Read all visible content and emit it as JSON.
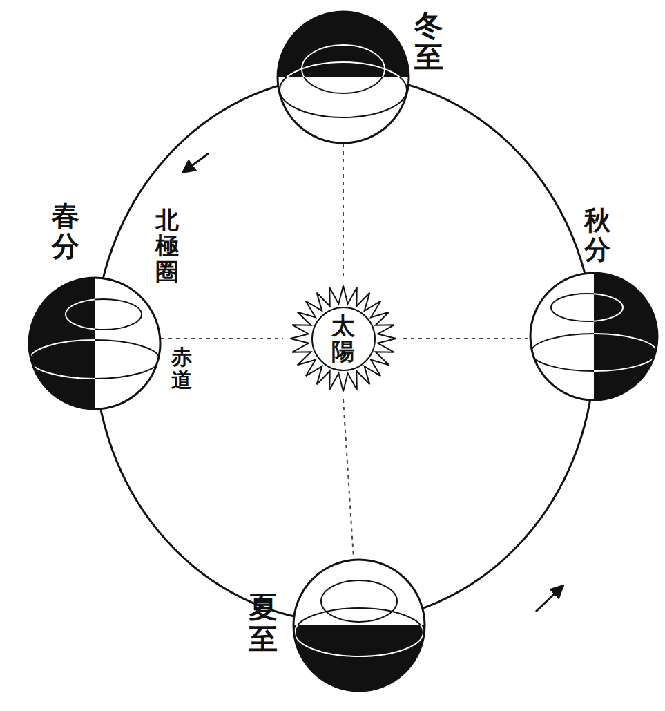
{
  "diagram": {
    "nodes": [
      {
        "text": [
          "太陽"
        ]
      }
    ],
    "labels": [
      "冬至",
      "秋分",
      "春分",
      "北極圈",
      "赤道",
      "夏至"
    ]
  }
}
